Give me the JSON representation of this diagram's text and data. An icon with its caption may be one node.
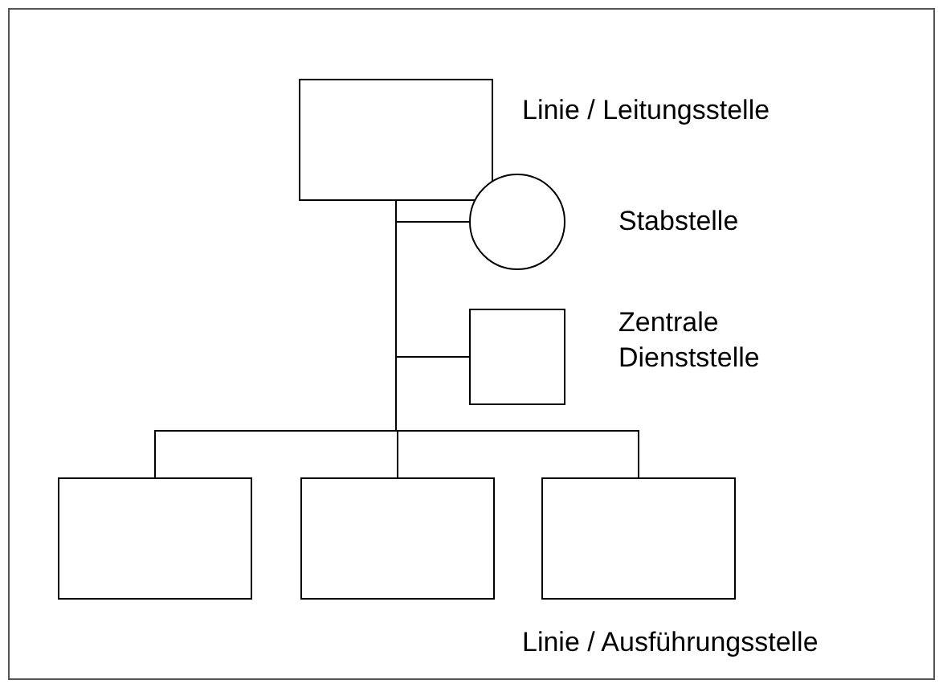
{
  "diagram": {
    "nodes": [
      {
        "text": [],
        "shape": "box",
        "beside": [
          "Linie / Leitungsstelle"
        ]
      },
      {
        "text": [],
        "shape": "circle",
        "beside": [
          "Stabstelle"
        ]
      },
      {
        "text": [],
        "shape": "box",
        "beside": [
          "Zentrale Dienststelle"
        ]
      },
      {
        "text": [],
        "shape": "box"
      },
      {
        "text": [],
        "shape": "box"
      },
      {
        "text": [],
        "shape": "box"
      }
    ],
    "edges": [
      {
        "from": 0,
        "to": 1,
        "arrow": "none"
      },
      {
        "from": 0,
        "to": 2,
        "arrow": "none"
      },
      {
        "from": 0,
        "to": 3,
        "arrow": "none"
      },
      {
        "from": 0,
        "to": 4,
        "arrow": "none"
      },
      {
        "from": 0,
        "to": 5,
        "arrow": "none"
      }
    ],
    "labels": [
      "Linie / Ausführungsstelle"
    ]
  }
}
